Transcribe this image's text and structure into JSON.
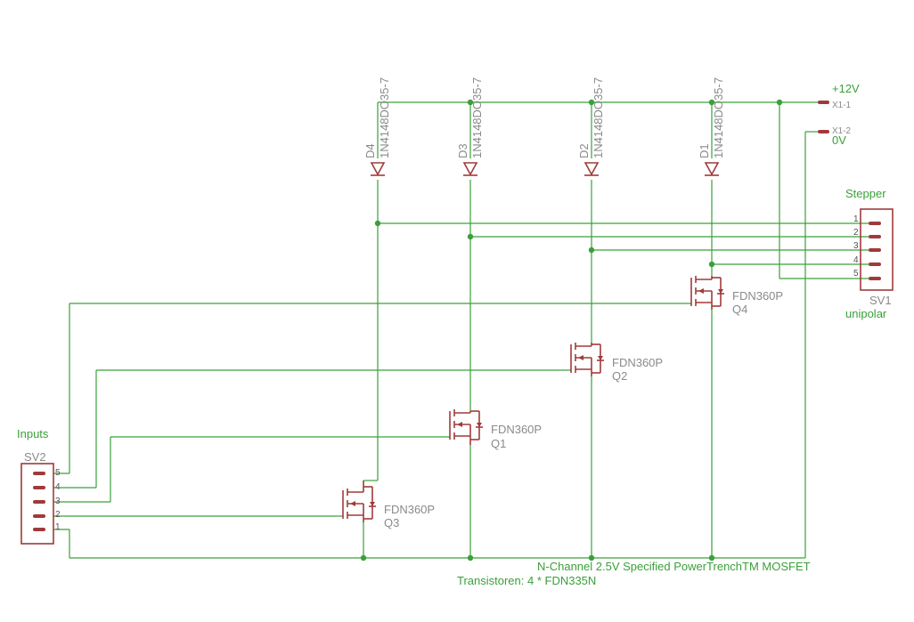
{
  "supply": {
    "plus_label": "+12V",
    "plus_pin": "X1-1",
    "gnd_label": "0V",
    "gnd_pin": "X1-2"
  },
  "diodes": [
    {
      "name": "D4",
      "value": "1N4148DO35-7"
    },
    {
      "name": "D3",
      "value": "1N4148DO35-7"
    },
    {
      "name": "D2",
      "value": "1N4148DO35-7"
    },
    {
      "name": "D1",
      "value": "1N4148DO35-7"
    }
  ],
  "transistors": [
    {
      "value": "FDN360P",
      "name": "Q3"
    },
    {
      "value": "FDN360P",
      "name": "Q1"
    },
    {
      "value": "FDN360P",
      "name": "Q2"
    },
    {
      "value": "FDN360P",
      "name": "Q4"
    }
  ],
  "stepper": {
    "title": "Stepper",
    "name": "SV1",
    "value": "unipolar",
    "pins": [
      "1",
      "2",
      "3",
      "4",
      "5"
    ]
  },
  "inputs": {
    "title": "Inputs",
    "name": "SV2",
    "pins": [
      "5",
      "4",
      "3",
      "2",
      "1"
    ]
  },
  "notes": {
    "line1": "N-Channel 2.5V Specified PowerTrenchTM MOSFET",
    "line2": "Transistoren: 4 * FDN335N"
  }
}
